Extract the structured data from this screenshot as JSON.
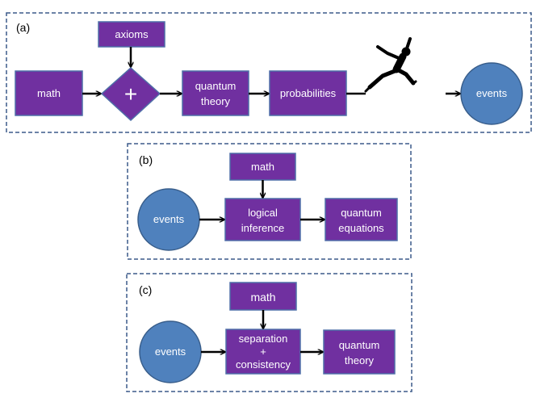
{
  "colors": {
    "box_fill": "#7030a0",
    "box_stroke": "#4f6fa8",
    "circle_fill": "#4f81bd",
    "circle_stroke": "#385d8a",
    "panel_border": "#3b5a8a",
    "arrow": "#000000",
    "box_text": "#ffffff",
    "label_text": "#000000"
  },
  "panels": {
    "a": {
      "label": "(a)",
      "math": "math",
      "axioms": "axioms",
      "combine_symbol": "+",
      "quantum_theory_line1": "quantum",
      "quantum_theory_line2": "theory",
      "probabilities": "probabilities",
      "jumper_icon": "leaping-person-icon",
      "events": "events"
    },
    "b": {
      "label": "(b)",
      "math": "math",
      "events": "events",
      "inference_line1": "logical",
      "inference_line2": "inference",
      "equations_line1": "quantum",
      "equations_line2": "equations"
    },
    "c": {
      "label": "(c)",
      "math": "math",
      "events": "events",
      "separation_line1": "separation",
      "separation_line2": "+",
      "separation_line3": "consistency",
      "theory_line1": "quantum",
      "theory_line2": "theory"
    }
  }
}
